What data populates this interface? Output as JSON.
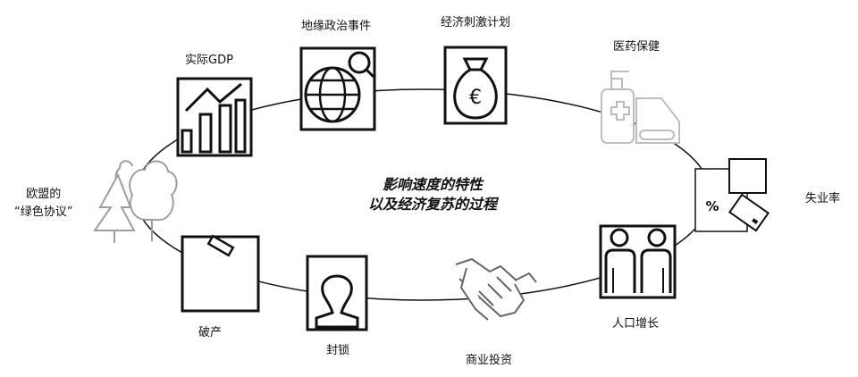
{
  "center": {
    "line1": "影响速度的特性",
    "line2": "以及经济复苏的过程"
  },
  "factors": [
    {
      "id": "gdp",
      "label": "实际GDP",
      "icon": "bar-chart-growth-icon"
    },
    {
      "id": "geopolitics",
      "label": "地缘政治事件",
      "icon": "globe-search-icon"
    },
    {
      "id": "stimulus",
      "label": "经济刺激计划",
      "icon": "euro-money-bag-icon"
    },
    {
      "id": "health",
      "label": "医药保健",
      "icon": "sanitizer-bandage-icon"
    },
    {
      "id": "unemployment",
      "label": "失业率",
      "icon": "percent-card-icon"
    },
    {
      "id": "population",
      "label": "人口增长",
      "icon": "people-icon"
    },
    {
      "id": "investment",
      "label": "商业投资",
      "icon": "handshake-icon"
    },
    {
      "id": "lockdown",
      "label": "封锁",
      "icon": "person-silhouette-icon"
    },
    {
      "id": "bankruptcy",
      "label": "破产",
      "icon": "box-icon"
    },
    {
      "id": "greendeal",
      "label": "欧盟的",
      "label2": "“绿色协议”",
      "icon": "trees-icon"
    }
  ],
  "colors": {
    "stroke": "#111111",
    "faded": "#bdbdbd",
    "background": "#ffffff"
  }
}
